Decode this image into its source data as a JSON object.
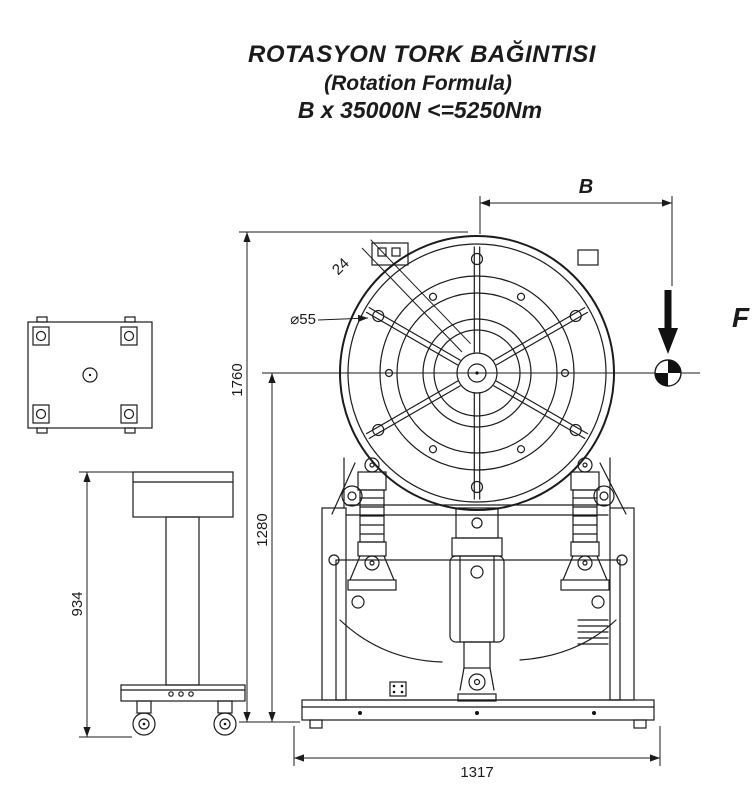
{
  "title": {
    "line1": "ROTASYON TORK BAĞINTISI",
    "line2": "(Rotation Formula)",
    "line3": "B x 35000N <=5250Nm"
  },
  "annotations": {
    "b_label": "B",
    "force_label": "F",
    "hub_diameter": "⌀55",
    "key_width": "24"
  },
  "dimensions": {
    "total_height": "1760",
    "center_height": "1280",
    "pedestal_height": "934",
    "base_width": "1317"
  },
  "colors": {
    "line": "#1b1b1b",
    "background": "#ffffff"
  }
}
